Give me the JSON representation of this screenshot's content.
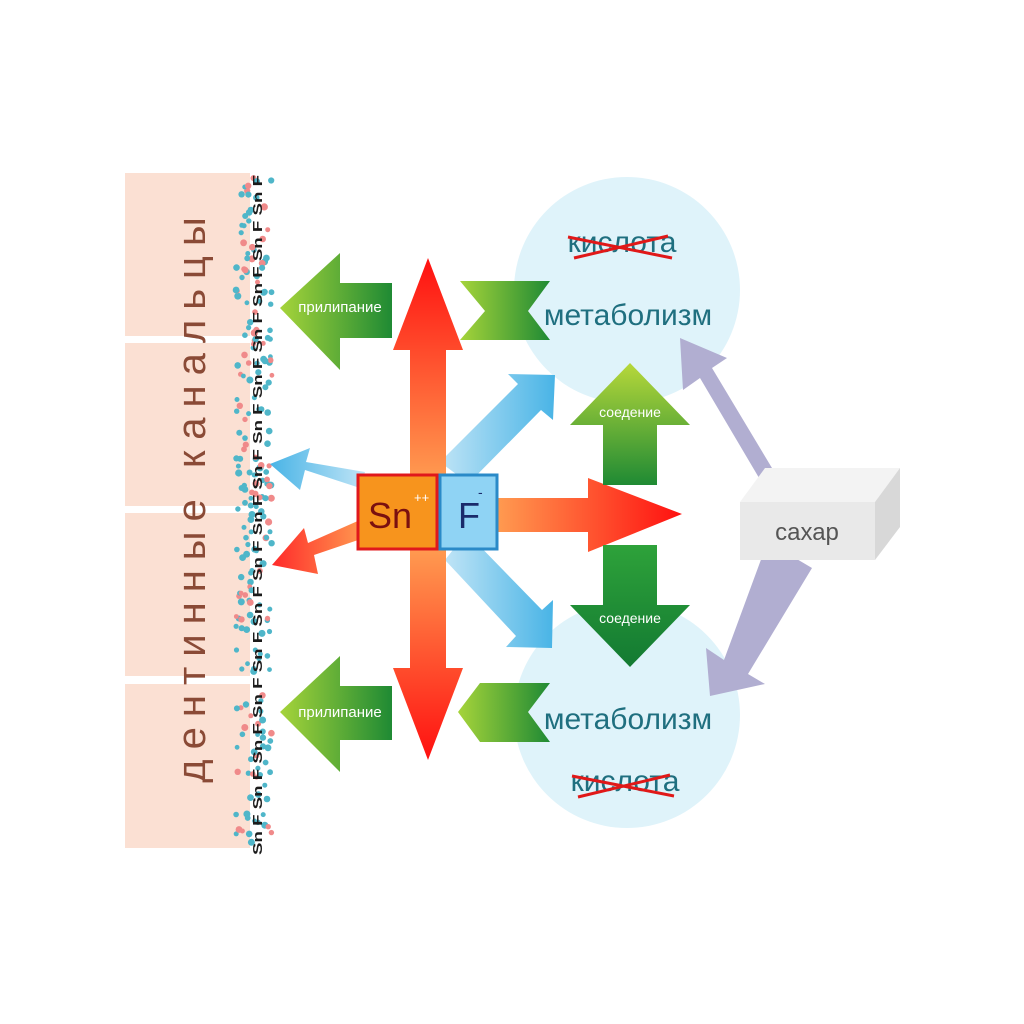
{
  "dentin": {
    "label": "дентинные канальцы"
  },
  "coating": {
    "label": "Sn F Sn F Sn F Sn F Sn F Sn F Sn F Sn F Sn F Sn F Sn F Sn F Sn F Sn F Sn F"
  },
  "ions": {
    "tin": {
      "symbol": "Sn",
      "charge": "++"
    },
    "fluoride": {
      "symbol": "F",
      "charge": "-"
    }
  },
  "adhesion": {
    "top": "прилипание",
    "bottom": "прилипание"
  },
  "compound": {
    "top": "соедение",
    "bottom": "соедение"
  },
  "bacteria": {
    "top": {
      "metabolism": "метаболизм",
      "acid": "кислота"
    },
    "bottom": {
      "metabolism": "метаболизм",
      "acid": "кислота"
    }
  },
  "sugar": {
    "label": "сахар"
  },
  "colors": {
    "dentin": "#fbe0d3",
    "circle": "#dff3fa",
    "tin": "#f7941d",
    "fluoride": "#8fd3f4",
    "red": "#ff2020",
    "green": "#2c9a3a",
    "blue_arrow": "#5bbce8",
    "purple": "#b1aed1",
    "dot_blue": "#4fb6c9",
    "dot_red": "#f08a8a"
  }
}
